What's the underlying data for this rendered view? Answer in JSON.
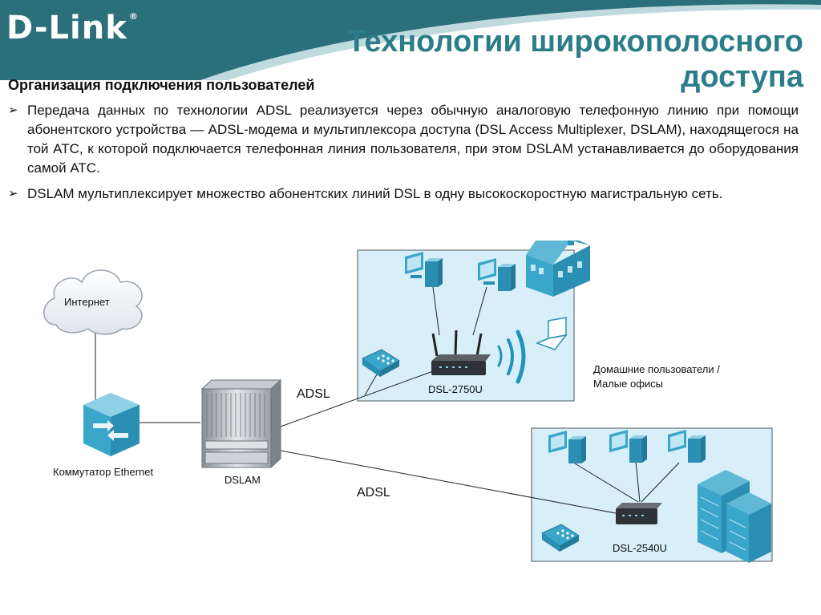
{
  "header": {
    "logo_text": "D-Link",
    "logo_mark": "®",
    "title": "Технологии широкополосного доступа"
  },
  "section_title": "Организация подключения пользователей",
  "bullets": [
    "Передача данных по технологии ADSL реализуется через обычную аналоговую телефонную линию при помощи абонентского устройства — ADSL-модема и мультиплексора доступа (DSL Access Multiplexer, DSLAM), находящегося на той АТС, к которой подключается телефонная линия пользователя, при этом DSLAM устанавливается до оборудования самой АТС.",
    "DSLAM мультиплексирует множество абонентских линий DSL в одну высокоскоростную магистральную сеть."
  ],
  "bullet_marker": "➢",
  "diagram": {
    "internet_label": "Интернет",
    "switch_label": "Коммутатор Ethernet",
    "dslam_label": "DSLAM",
    "adsl_top_label": "ADSL",
    "adsl_bottom_label": "ADSL",
    "router_top_label": "DSL-2750U",
    "router_bottom_label": "DSL-2540U",
    "home_users_label_line1": "Домашние пользователи /",
    "home_users_label_line2": "Малые офисы"
  },
  "colors": {
    "banner": "#2b6f7b",
    "title": "#2b7d89",
    "zone_fill": "#d8eef9",
    "icon_blue": "#3aa6c9"
  }
}
